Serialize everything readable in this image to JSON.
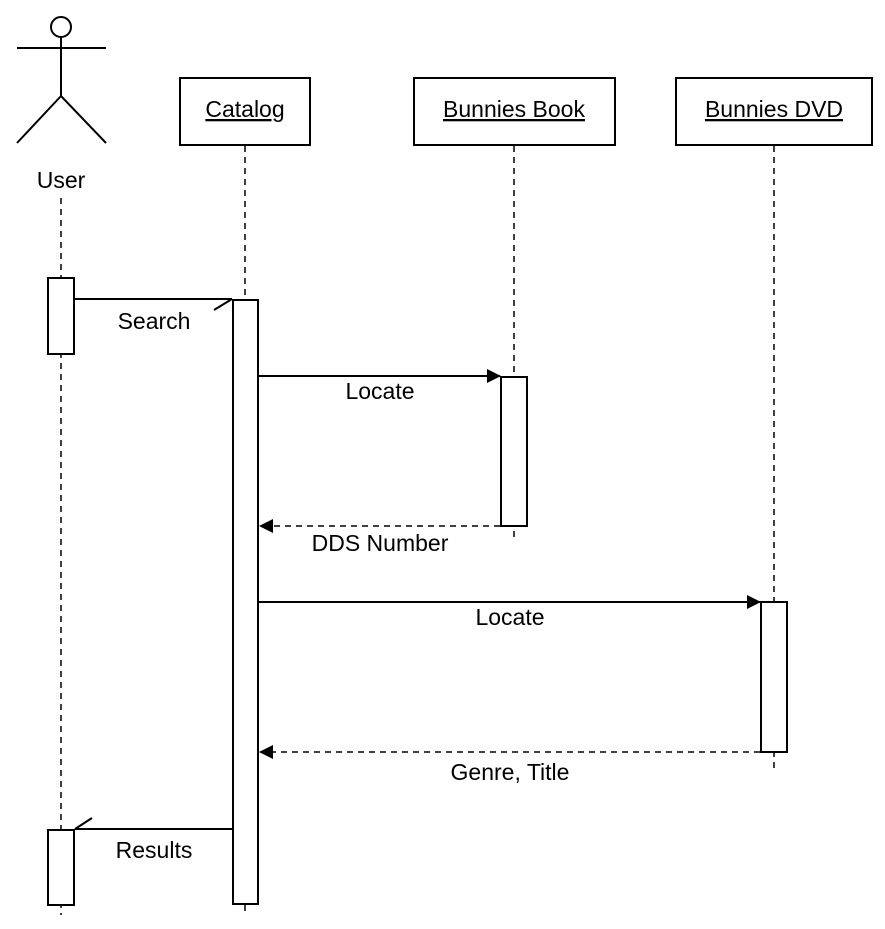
{
  "actor": {
    "label": "User"
  },
  "lifelines": [
    {
      "id": "catalog",
      "label": "Catalog"
    },
    {
      "id": "bunnies_book",
      "label": "Bunnies Book"
    },
    {
      "id": "bunnies_dvd",
      "label": "Bunnies DVD"
    }
  ],
  "messages": [
    {
      "id": "search",
      "label": "Search",
      "from": "User",
      "to": "Catalog",
      "kind": "async"
    },
    {
      "id": "locate_book",
      "label": "Locate",
      "from": "Catalog",
      "to": "Bunnies Book",
      "kind": "sync"
    },
    {
      "id": "dds_number",
      "label": "DDS Number",
      "from": "Bunnies Book",
      "to": "Catalog",
      "kind": "return"
    },
    {
      "id": "locate_dvd",
      "label": "Locate",
      "from": "Catalog",
      "to": "Bunnies DVD",
      "kind": "sync"
    },
    {
      "id": "genre_title",
      "label": "Genre, Title",
      "from": "Bunnies DVD",
      "to": "Catalog",
      "kind": "return"
    },
    {
      "id": "results",
      "label": "Results",
      "from": "Catalog",
      "to": "User",
      "kind": "async"
    }
  ]
}
